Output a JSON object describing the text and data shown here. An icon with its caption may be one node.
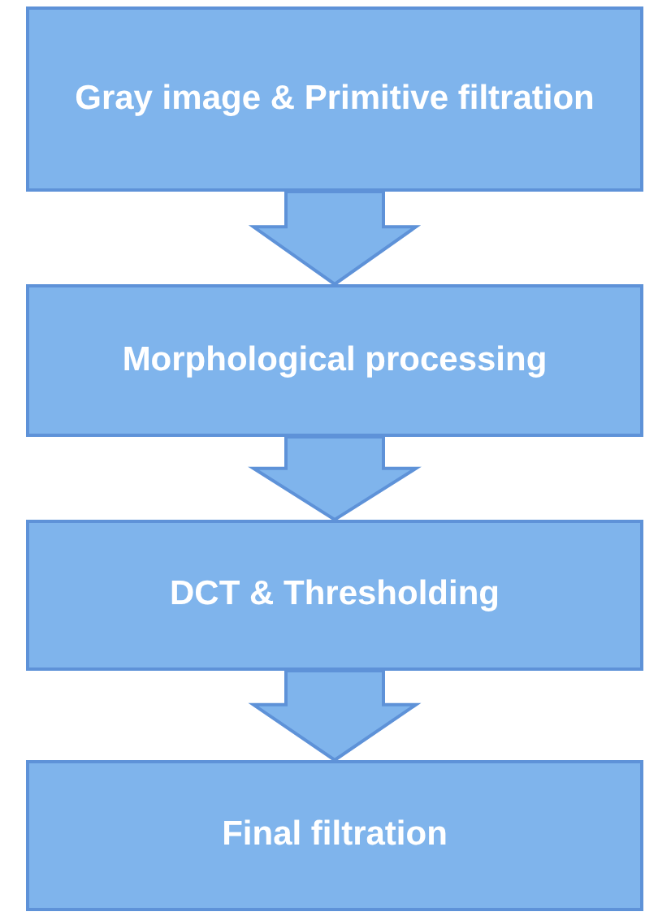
{
  "diagram": {
    "nodes": [
      {
        "text": [
          "Gray image & Primitive filtration"
        ]
      },
      {
        "text": [
          "Morphological processing"
        ]
      },
      {
        "text": [
          "DCT & Thresholding"
        ]
      },
      {
        "text": [
          "Final filtration"
        ]
      }
    ],
    "edges": [
      {
        "from": 0,
        "to": 1,
        "arrow": "to"
      },
      {
        "from": 1,
        "to": 2,
        "arrow": "to"
      },
      {
        "from": 2,
        "to": 3,
        "arrow": "to"
      }
    ]
  }
}
